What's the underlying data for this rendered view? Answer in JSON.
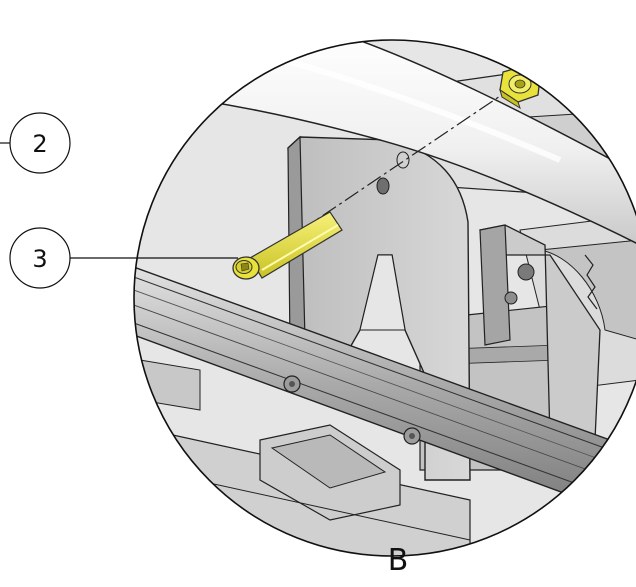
{
  "diagram": {
    "callouts": [
      {
        "number": "2",
        "part": "nut"
      },
      {
        "number": "3",
        "part": "bolt"
      }
    ],
    "view_label": "B",
    "colors": {
      "background": "#ffffff",
      "outline": "#111111",
      "hardware_yellow": "#e8e23a",
      "steel_light": "#d3d3d3",
      "steel_mid": "#b4b4b4",
      "steel_dark": "#8a8a8a",
      "tube_white": "#f2f2f2"
    }
  }
}
